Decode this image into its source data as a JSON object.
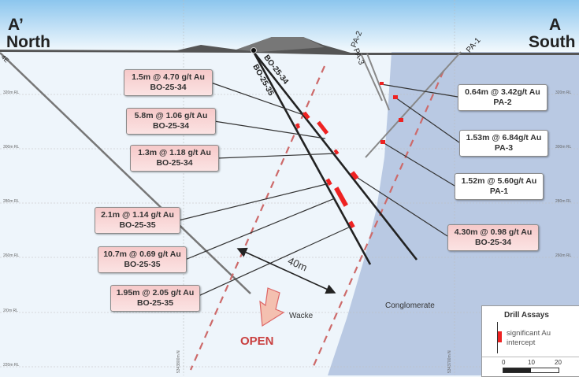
{
  "section": {
    "left_letter": "A’",
    "left_dir": "North",
    "right_letter": "A",
    "right_dir": "South"
  },
  "rl_labels": [
    "320m RL",
    "300m RL",
    "280m RL",
    "260m RL",
    "2/0m RL",
    "220m RL"
  ],
  "northings": [
    "5343800m N",
    "5343700m N"
  ],
  "holes": {
    "bo34": "BO-25-34",
    "bo35": "BO-25-35",
    "pa2": "PA-2",
    "pa3": "PA-3",
    "pa1": "PA-1",
    "e4": "4E"
  },
  "intercepts_left": [
    {
      "value": "1.5m @ 4.70 g/t Au",
      "hole": "BO-25-34"
    },
    {
      "value": "5.8m @ 1.06 g/t Au",
      "hole": "BO-25-34"
    },
    {
      "value": "1.3m @ 1.18 g/t Au",
      "hole": "BO-25-34"
    },
    {
      "value": "2.1m @ 1.14 g/t Au",
      "hole": "BO-25-35"
    },
    {
      "value": "10.7m @ 0.69 g/t Au",
      "hole": "BO-25-35"
    },
    {
      "value": "1.95m @ 2.05 g/t Au",
      "hole": "BO-25-35"
    }
  ],
  "intercepts_right": [
    {
      "value": "0.64m @ 3.42g/t Au",
      "hole": "PA-2"
    },
    {
      "value": "1.53m @ 6.84g/t Au",
      "hole": "PA-3"
    },
    {
      "value": "1.52m @ 5.60g/t Au",
      "hole": "PA-1"
    },
    {
      "value": "4.30m @ 0.98 g/t Au",
      "hole": "BO-25-34"
    }
  ],
  "annotations": {
    "width": "40m",
    "open": "OPEN",
    "wacke": "Wacke",
    "conglomerate": "Conglomerate"
  },
  "legend": {
    "title": "Drill Assays",
    "item": "significant Au intercept",
    "scale": [
      "0",
      "10",
      "20"
    ]
  },
  "colors": {
    "intercept": "#ee2222",
    "conglomerate": "#b9c9e3",
    "wacke": "#eef5fb",
    "box_pink": "#f8d0d0",
    "dashed": "#d07070"
  }
}
